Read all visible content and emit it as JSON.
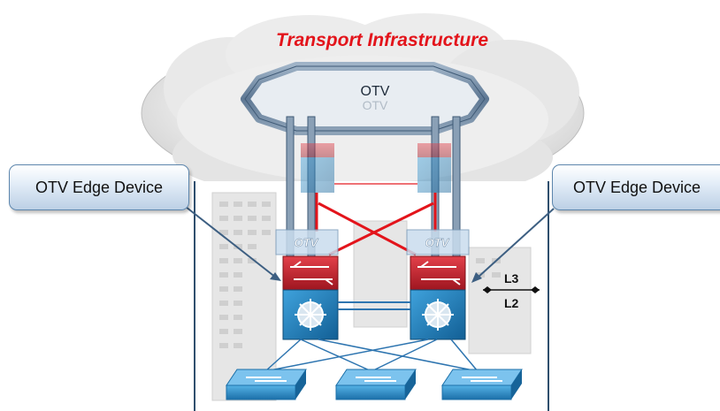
{
  "title": "Transport Infrastructure",
  "otv_ring_label": "OTV",
  "otv_ring_label_reflection": "OTV",
  "otv_interface_labels": [
    "OTV",
    "OTV"
  ],
  "callouts": {
    "left": "OTV Edge Device",
    "right": "OTV Edge Device"
  },
  "layer_labels": {
    "l3": "L3",
    "l2": "L2"
  },
  "colors": {
    "title": "#e3141b",
    "ring": "#6f89a3",
    "router_red": "#c8202c",
    "switch_blue": "#1d7fbd",
    "link_red": "#e3141b",
    "pointer": "#3d5f82"
  }
}
